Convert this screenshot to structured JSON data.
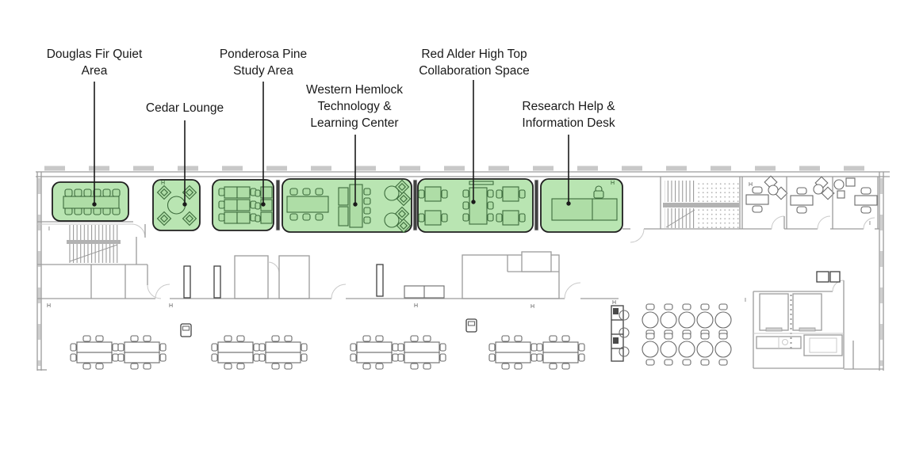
{
  "figure": {
    "type": "library floor plan with highlighted zones",
    "background": "#ffffff"
  },
  "colors": {
    "zone_fill": "#b9e5b2",
    "zone_furniture_fill": "#aedda6",
    "zone_stroke": "#1f1f1f",
    "zone_line": "#3c6b3c",
    "wall": "#9c9c9c",
    "wall_light": "#c9c9c9",
    "furniture": "#6a6a6a",
    "dark": "#404040",
    "landing": "#b2b2b2",
    "ink": "#1a1a1a"
  },
  "zones": [
    {
      "id": "douglas-fir-quiet-area",
      "label_lines": [
        "Douglas Fir Quiet",
        "Area"
      ]
    },
    {
      "id": "cedar-lounge",
      "label_lines": [
        "Cedar Lounge"
      ]
    },
    {
      "id": "ponderosa-pine-study-area",
      "label_lines": [
        "Ponderosa Pine",
        "Study Area"
      ]
    },
    {
      "id": "western-hemlock-technology-learning-center",
      "label_lines": [
        "Western Hemlock",
        "Technology &",
        "Learning Center"
      ]
    },
    {
      "id": "red-alder-high-top-collaboration-space",
      "label_lines": [
        "Red Alder High Top",
        "Collaboration Space"
      ]
    },
    {
      "id": "research-help-information-desk",
      "label_lines": [
        "Research Help &",
        "Information Desk"
      ]
    }
  ],
  "markers": {
    "column": "H",
    "beam": "I"
  }
}
